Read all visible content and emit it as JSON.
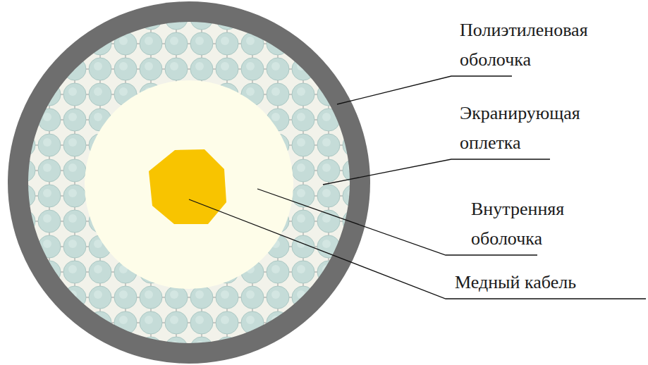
{
  "diagram": {
    "labels": [
      "Полиэтиленовая оболочка",
      "Экранирующая оплетка",
      "Внутренняя оболочка",
      "Медный кабель"
    ]
  }
}
